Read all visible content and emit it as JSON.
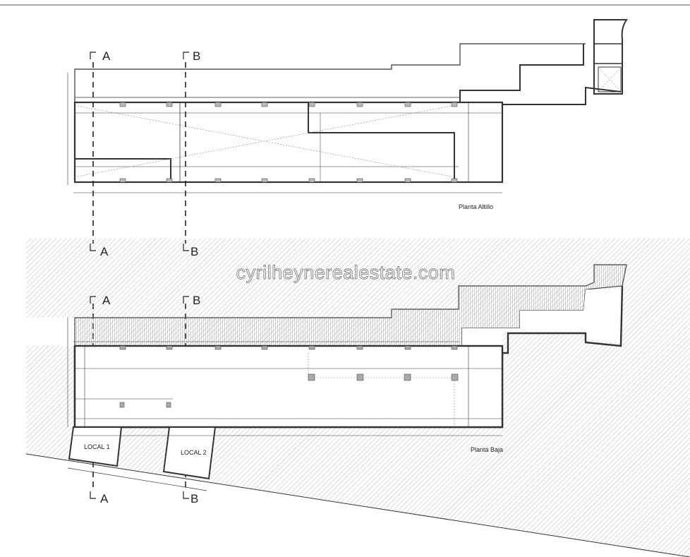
{
  "plans": {
    "upper_title": "Planta Altillo",
    "lower_title": "Planta Baja"
  },
  "sections": {
    "a": "A",
    "b": "B"
  },
  "rooms": {
    "local1": "LOCAL 1",
    "local2": "LOCAL 2"
  },
  "watermark": "cyrilheynerealestate.com",
  "colors": {
    "line": "#333333",
    "hatch": "#9a9a9a",
    "column": "#b0b0b0"
  }
}
